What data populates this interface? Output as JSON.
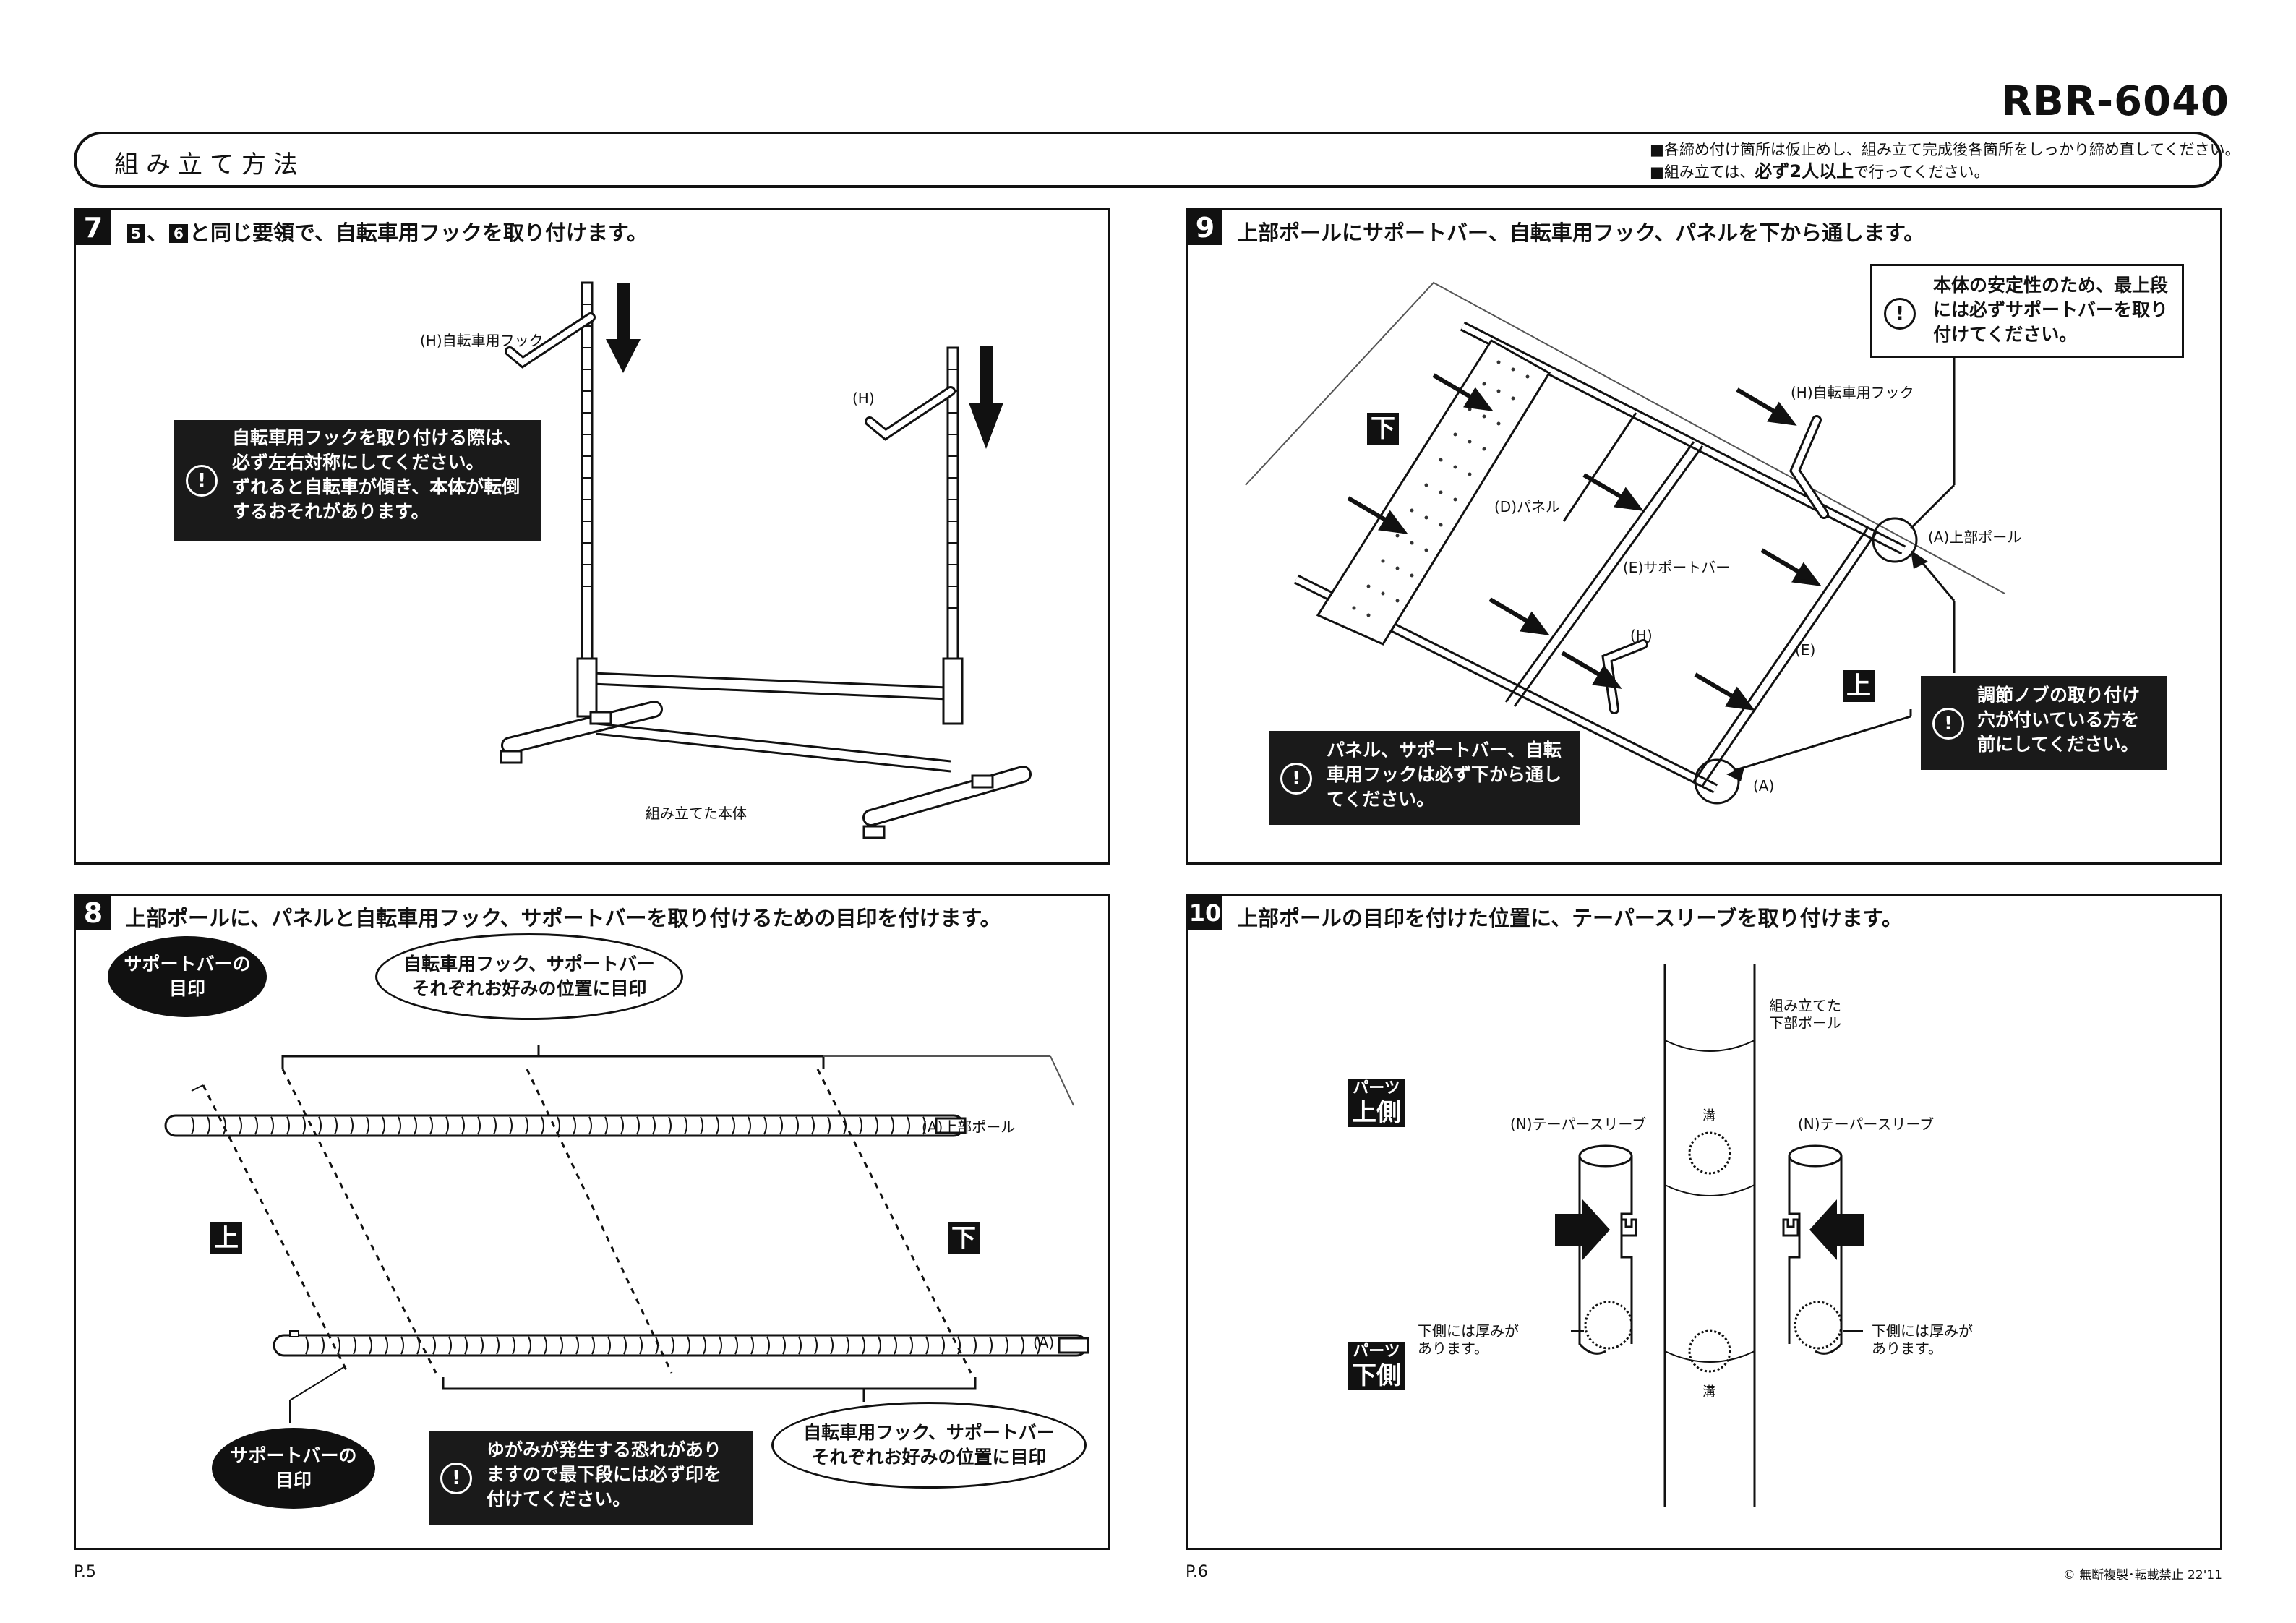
{
  "header": {
    "model": "RBR-6040",
    "title": "組み立て方法",
    "notes": [
      "■各締め付け箇所は仮止めし、組み立て完成後各箇所をしっかり締め直してください。",
      "■組み立ては、"
    ],
    "note2_bold": "必ず2人以上",
    "note2_tail": "で行ってください。"
  },
  "step7": {
    "num": "7",
    "ref_a": "5",
    "ref_b": "6",
    "title_tail": "と同じ要領で、自転車用フックを取り付けます。",
    "label_hook_h": "(H)自転車用フック",
    "label_h": "(H)",
    "caption": "組み立てた本体",
    "warning": [
      "自転車用フックを取り付ける際は、",
      "必ず左右対称にしてください。",
      "ずれると自転車が傾き、本体が転倒",
      "するおそれがあります。"
    ]
  },
  "step8": {
    "num": "8",
    "title": "上部ポールに、パネルと自転車用フック、サポートバーを取り付けるための目印を付けます。",
    "oval_top_left": [
      "サポートバーの",
      "目印"
    ],
    "oval_top_mid": [
      "自転車用フック、サポートバー",
      "それぞれお好みの位置に目印"
    ],
    "label_pole_a": "(A)上部ポール",
    "label_a": "(A)",
    "tag_up": "上",
    "tag_down": "下",
    "oval_bottom_left": [
      "サポートバーの",
      "目印"
    ],
    "oval_bottom_right": [
      "自転車用フック、サポートバー",
      "それぞれお好みの位置に目印"
    ],
    "warning": [
      "ゆがみが発生する恐れがあり",
      "ますので最下段には必ず印を",
      "付けてください。"
    ]
  },
  "step9": {
    "num": "9",
    "title": "上部ポールにサポートバー、自転車用フック、パネルを下から通します。",
    "warning_top": [
      "本体の安定性のため、最上段",
      "には必ずサポートバーを取り",
      "付けてください。"
    ],
    "label_hook_h": "(H)自転車用フック",
    "label_pole_a": "(A)上部ポール",
    "label_panel": "(D)パネル",
    "label_support": "(E)サポートバー",
    "label_e": "(E)",
    "label_h": "(H)",
    "label_a": "(A)",
    "tag_down": "下",
    "tag_up": "上",
    "warning_right": [
      "調節ノブの取り付け",
      "穴が付いている方を",
      "前にしてください。"
    ],
    "warning_bottom": [
      "パネル、サポートバー、自転",
      "車用フックは必ず下から通し",
      "てください。"
    ]
  },
  "step10": {
    "num": "10",
    "title": "上部ポールの目印を付けた位置に、テーパースリーブを取り付けます。",
    "label_lower_pole": [
      "組み立てた",
      "下部ポール"
    ],
    "label_sleeve_left": "(N)テーパースリーブ",
    "label_sleeve_right": "(N)テーパースリーブ",
    "label_groove_top": "溝",
    "label_groove_bottom": "溝",
    "parts_top": [
      "パーツ",
      "上側"
    ],
    "parts_bottom": [
      "パーツ",
      "下側"
    ],
    "thick_left": [
      "下側には厚みが",
      "あります。"
    ],
    "thick_right": [
      "下側には厚みが",
      "あります。"
    ]
  },
  "footer": {
    "page_left": "P.5",
    "page_right": "P.6",
    "copyright": "© 無断複製･転載禁止 22'11"
  }
}
